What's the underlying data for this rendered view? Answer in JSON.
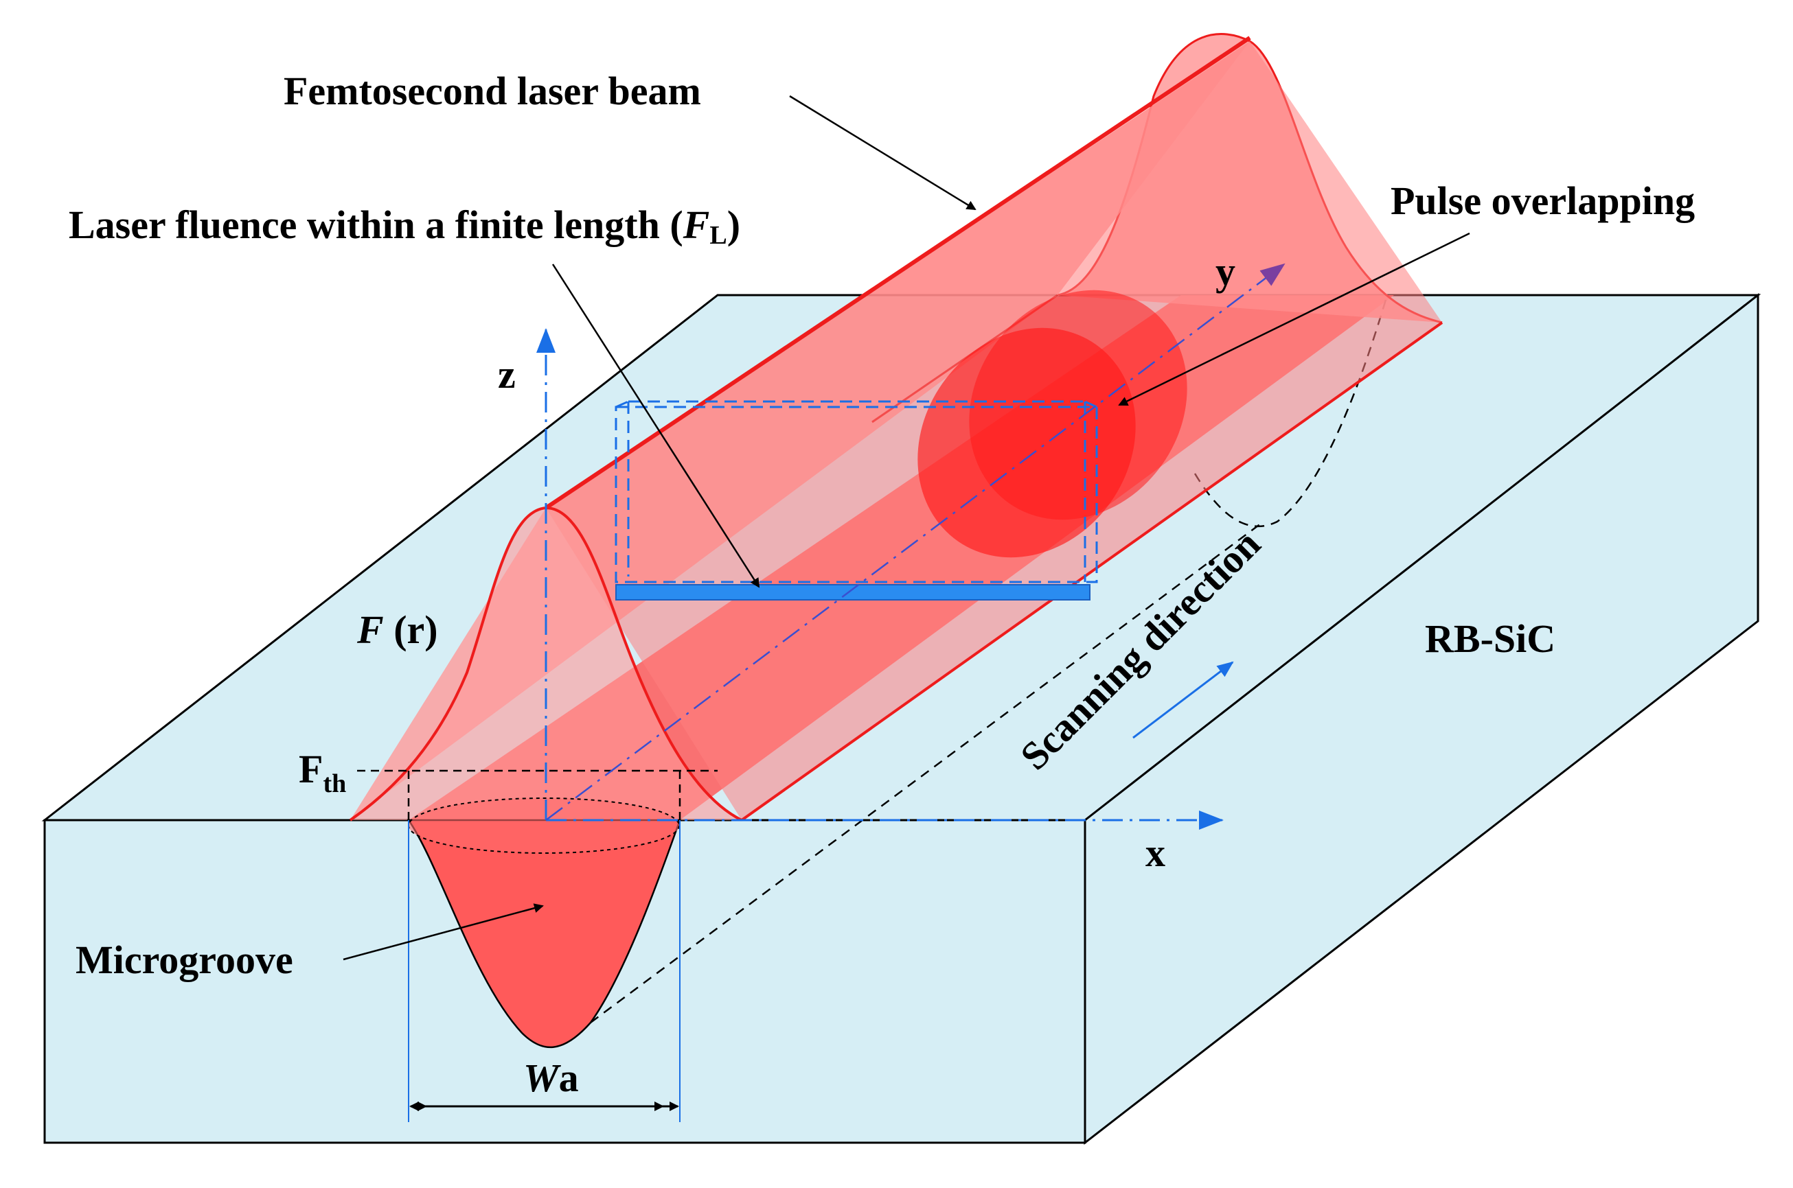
{
  "labels": {
    "laser_beam": "Femtosecond laser beam",
    "fluence_prefix": "Laser fluence within a finite length (",
    "fluence_symbol": "F",
    "fluence_sub": "L",
    "fluence_suffix": ")",
    "pulse_overlapping": "Pulse overlapping",
    "scanning_direction": "Scanning direction",
    "material": "RB-SiC",
    "microgroove": "Microgroove",
    "fluence_profile_symbol": "F",
    "fluence_profile_arg": " (r)",
    "threshold_base": "F",
    "threshold_sub": "th",
    "width_symbol": "W",
    "width_sub": "a"
  },
  "axes": {
    "x": "x",
    "y": "y",
    "z": "z"
  },
  "colors": {
    "substrate_fill": "#d6eef5",
    "beam_fill": "#ff9a9a",
    "beam_stroke": "#ee1c1c",
    "groove_fill": "#ff5a5a",
    "spot_fill": "#ff1a1a",
    "axis_blue": "#1a6fe6",
    "finite_bar": "#2a8cf0",
    "y_arrow": "#7a3fa0"
  }
}
